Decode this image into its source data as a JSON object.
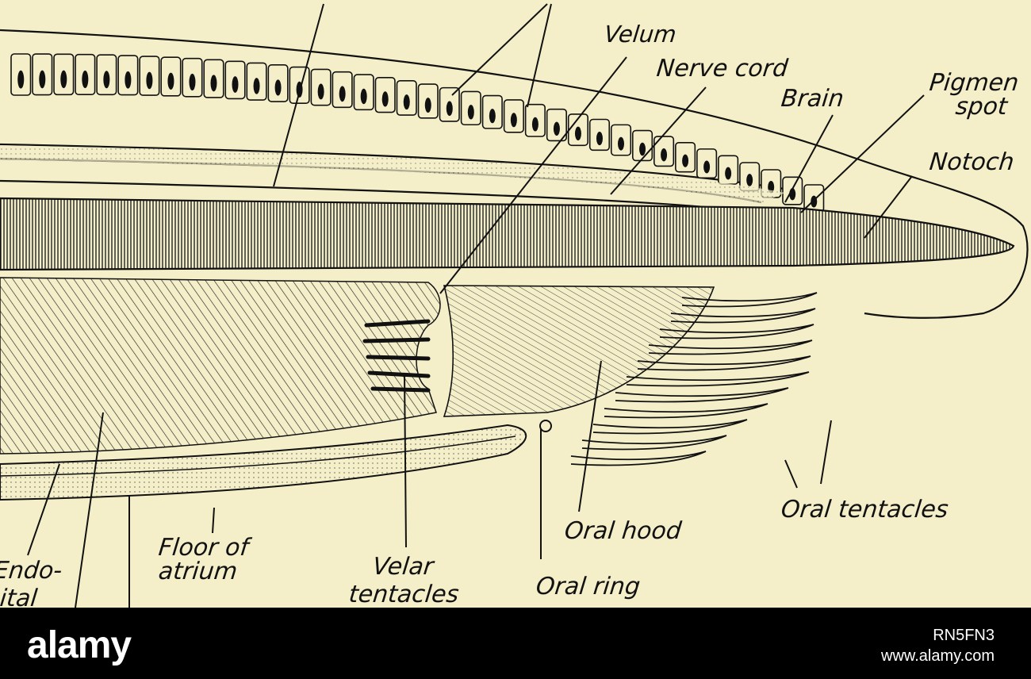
{
  "labels": {
    "velum": "Velum",
    "nerve_cord": "Nerve cord",
    "brain": "Brain",
    "pigment_spot_1": "Pigmen",
    "pigment_spot_2": "spot",
    "notochord": "Notoch",
    "oral_tentacles": "Oral tentacles",
    "oral_hood": "Oral hood",
    "floor_of_atrium_1": "Floor of",
    "floor_of_atrium_2": "atrium",
    "velar_tentacles_1": "Velar",
    "velar_tentacles_2": "tentacles",
    "oral_ring": "Oral ring",
    "endo_1": "Endo-",
    "endo_2": "ital"
  },
  "watermark": {
    "brand": "alamy",
    "image_id": "RN5FN3",
    "site": "www.alamy.com"
  },
  "colors": {
    "paper": "#f4efc9",
    "ink": "#111111",
    "footer": "#000000"
  }
}
